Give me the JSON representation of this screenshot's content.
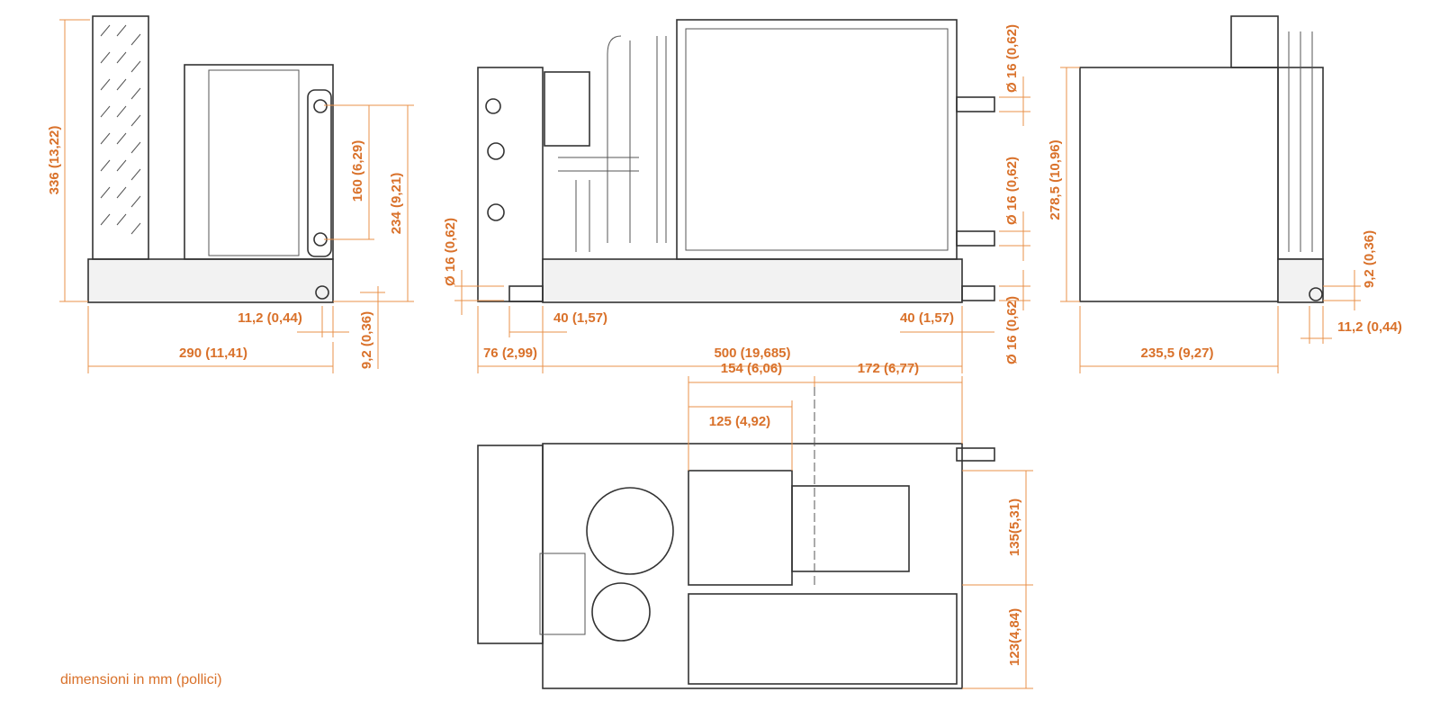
{
  "colors": {
    "dimension": "#e07b2a",
    "line": "#333333"
  },
  "left_view": {
    "height_total": "336 (13,22)",
    "fitting_spacing": "160 (6,29)",
    "fitting_height": "234 (9,21)",
    "offset_h": "11,2 (0,44)",
    "offset_v": "9,2 (0,36)",
    "width": "290 (11,41)"
  },
  "front_view": {
    "pipe_top": "Ø 16 (0,62)",
    "pipe_mid": "Ø 16 (0,62)",
    "pipe_bottom": "Ø 16 (0,62)",
    "pipe_left": "Ø 16 (0,62)",
    "inset_left": "40 (1,57)",
    "inset_right": "40 (1,57)",
    "box_width": "76 (2,99)",
    "base_width": "500 (19,685)"
  },
  "right_view": {
    "height": "278,5 (10,96)",
    "offset_v": "9,2 (0,36)",
    "offset_h": "11,2 (0,44)",
    "width": "235,5 (9,27)"
  },
  "top_view": {
    "d154": "154 (6,06)",
    "d172": "172 (6,77)",
    "d125": "125 (4,92)",
    "d135": "135(5,31)",
    "d123": "123(4,84)"
  },
  "note": "dimensioni in mm (pollici)"
}
